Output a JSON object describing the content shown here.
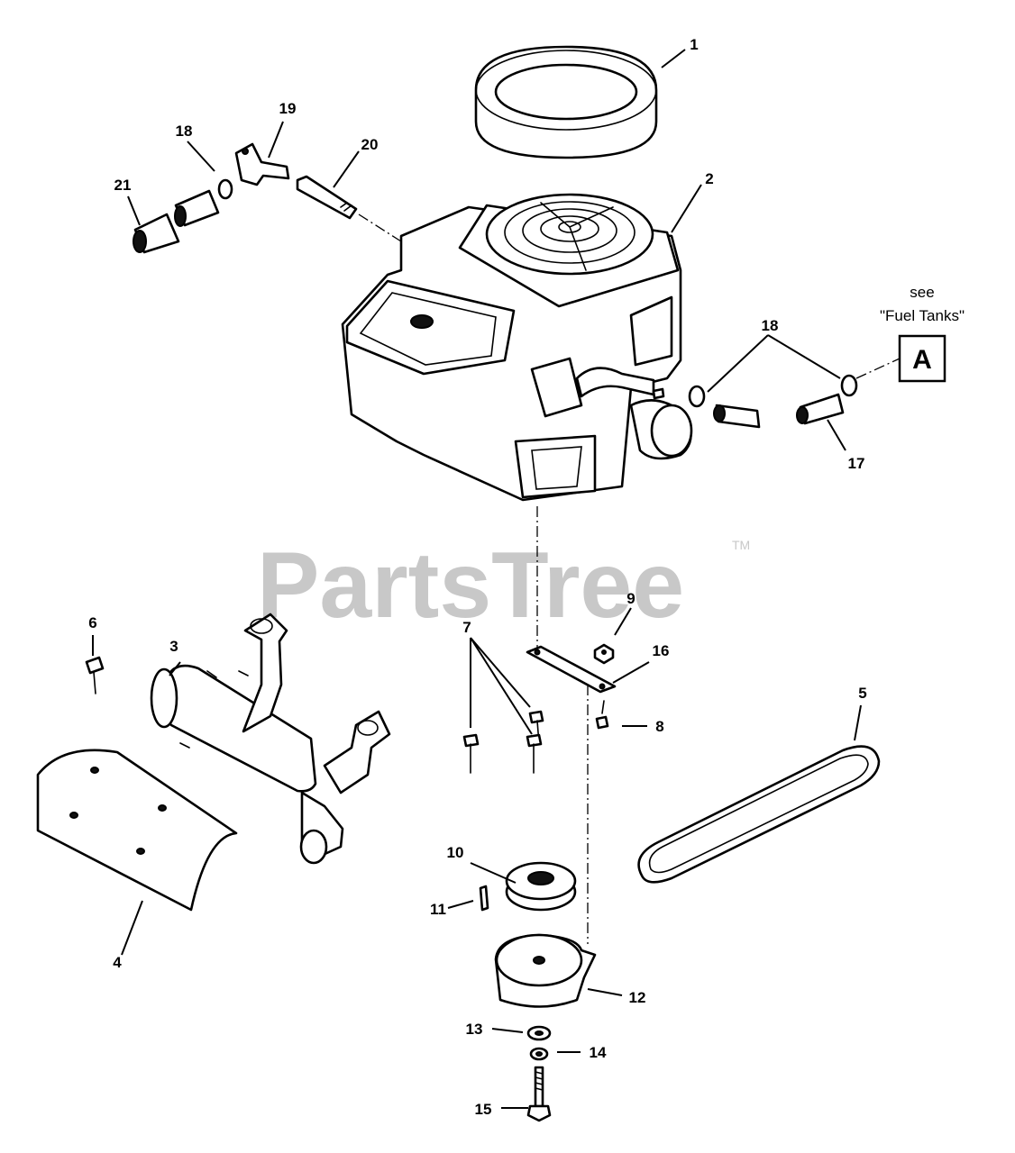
{
  "watermark": "PartsTree",
  "trademark": "TM",
  "reference_note": {
    "line1": "see",
    "line2": "\"Fuel Tanks\"",
    "box_letter": "A"
  },
  "callouts": {
    "c1": "1",
    "c2": "2",
    "c3": "3",
    "c4": "4",
    "c5": "5",
    "c6": "6",
    "c7": "7",
    "c8": "8",
    "c9": "9",
    "c10": "10",
    "c11": "11",
    "c12": "12",
    "c13": "13",
    "c14": "14",
    "c15": "15",
    "c16": "16",
    "c17": "17",
    "c18a": "18",
    "c18b": "18",
    "c19": "19",
    "c20": "20",
    "c21": "21"
  }
}
